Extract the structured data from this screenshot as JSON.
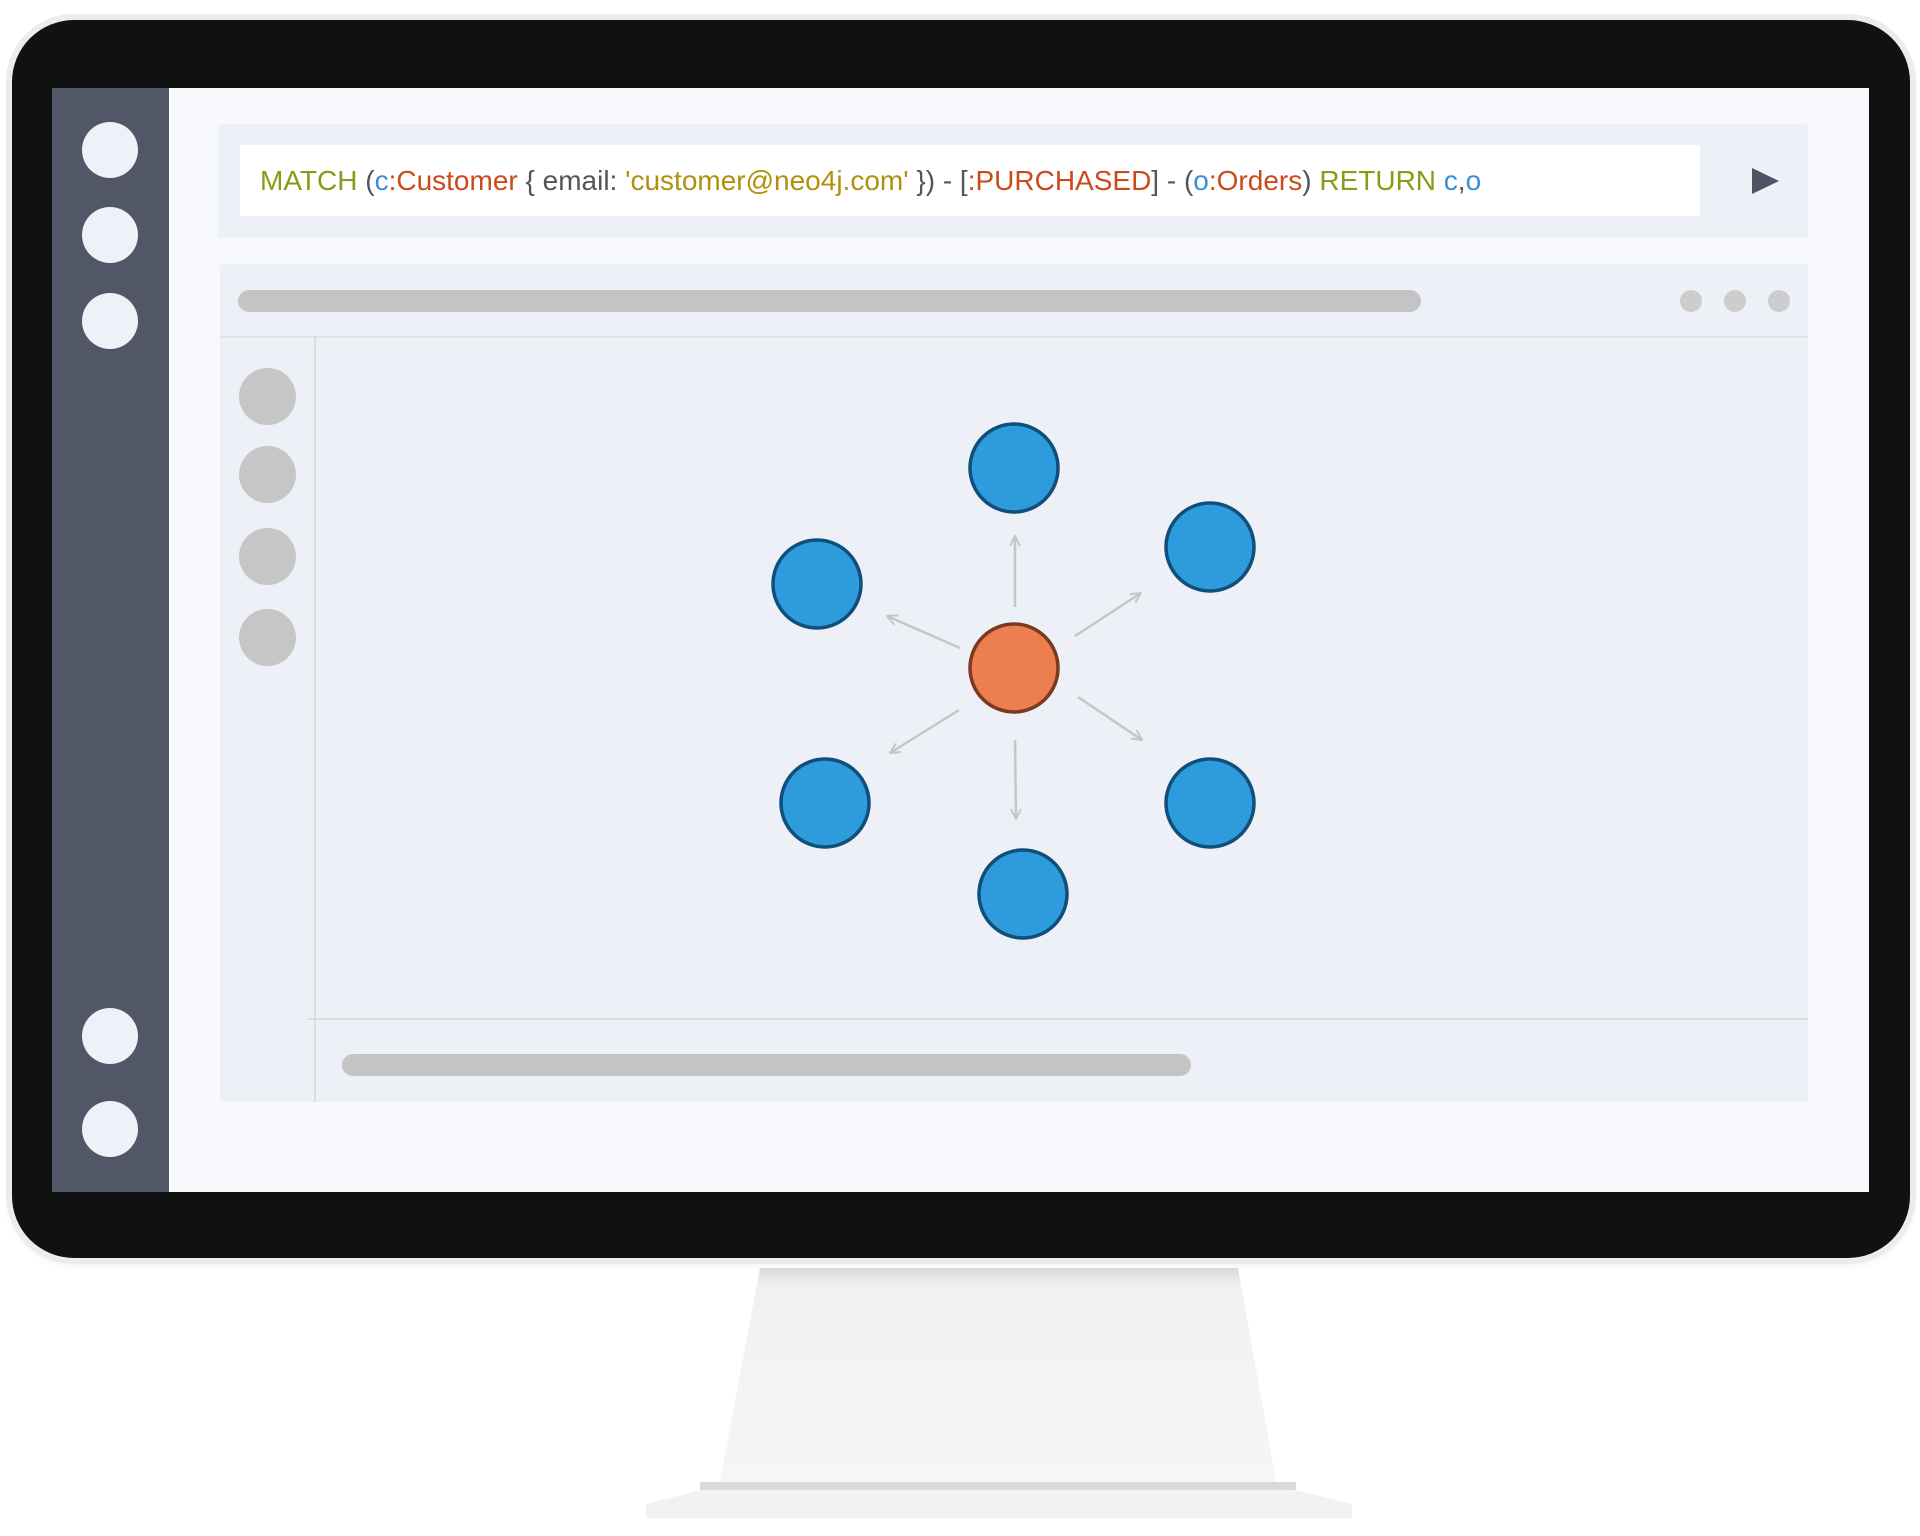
{
  "query": {
    "parts": [
      {
        "text": "MATCH",
        "cls": "kw"
      },
      {
        "text": " (",
        "cls": "pun"
      },
      {
        "text": "c",
        "cls": "var"
      },
      {
        "text": ":Customer",
        "cls": "lbl"
      },
      {
        "text": " { email: ",
        "cls": "pun"
      },
      {
        "text": "'customer@neo4j.com'",
        "cls": "str"
      },
      {
        "text": " }) - [",
        "cls": "pun"
      },
      {
        "text": ":PURCHASED",
        "cls": "lbl"
      },
      {
        "text": "] - (",
        "cls": "pun"
      },
      {
        "text": "o",
        "cls": "var"
      },
      {
        "text": ":Orders",
        "cls": "lbl"
      },
      {
        "text": ") ",
        "cls": "pun"
      },
      {
        "text": "RETURN",
        "cls": "kw"
      },
      {
        "text": " ",
        "cls": "pun"
      },
      {
        "text": "c",
        "cls": "var"
      },
      {
        "text": ",",
        "cls": "pun"
      },
      {
        "text": "o",
        "cls": "var"
      }
    ],
    "run_icon": "play-icon"
  },
  "graph": {
    "center_node": {
      "color": "#ec7e50",
      "stroke": "#7a3a22"
    },
    "leaf_color": "#2e9bdc",
    "leaf_stroke": "#0f4f7a",
    "relationship_count": 6
  },
  "colors": {
    "sidebar": "#515766",
    "frame": "#111111",
    "keyword": "#8b9a17",
    "label": "#cc4a1a",
    "string": "#b0900c",
    "variable": "#3a8fd8"
  }
}
